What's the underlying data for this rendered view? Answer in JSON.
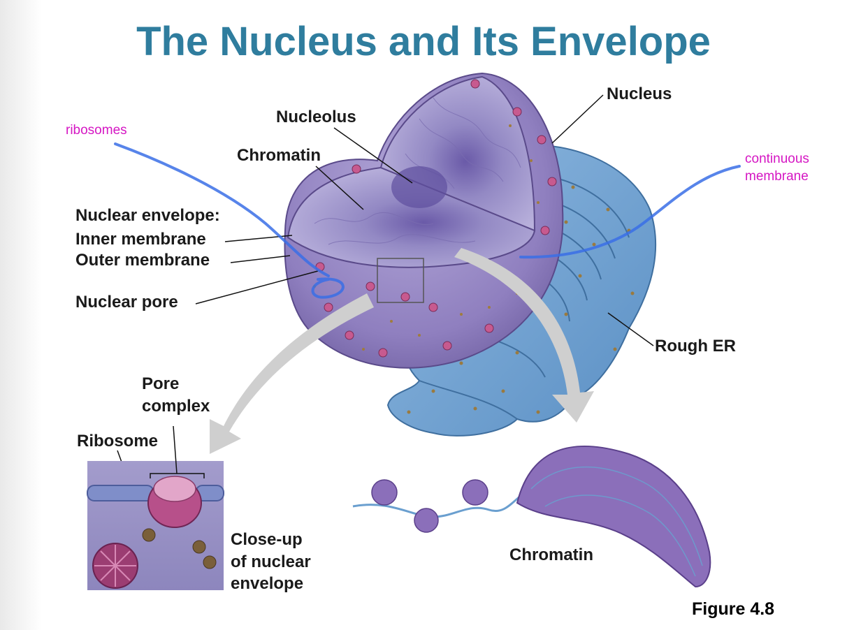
{
  "title": "The Nucleus and Its Envelope",
  "labels": {
    "nucleus": "Nucleus",
    "nucleolus": "Nucleolus",
    "chromatin_top": "Chromatin",
    "nuclear_envelope": "Nuclear envelope:",
    "inner_membrane": "Inner membrane",
    "outer_membrane": "Outer membrane",
    "nuclear_pore": "Nuclear pore",
    "rough_er": "Rough ER",
    "pore_complex_line1": "Pore",
    "pore_complex_line2": "complex",
    "ribosome": "Ribosome",
    "closeup_line1": "Close-up",
    "closeup_line2": "of nuclear",
    "closeup_line3": "envelope",
    "chromatin_bottom": "Chromatin"
  },
  "annotations": {
    "ribosomes": "ribosomes",
    "continuous_line1": "continuous",
    "continuous_line2": "membrane"
  },
  "figure_label": "Figure 4.8",
  "colors": {
    "title": "#2f7d9e",
    "annotation_pink": "#d516c3",
    "annotation_blue": "#3a6fe6",
    "nucleus_purple": "#8f7fbf",
    "er_blue": "#6a9fcf",
    "ribosome_brown": "#8a6a3a",
    "arrow_gray": "#c9c9c9"
  }
}
